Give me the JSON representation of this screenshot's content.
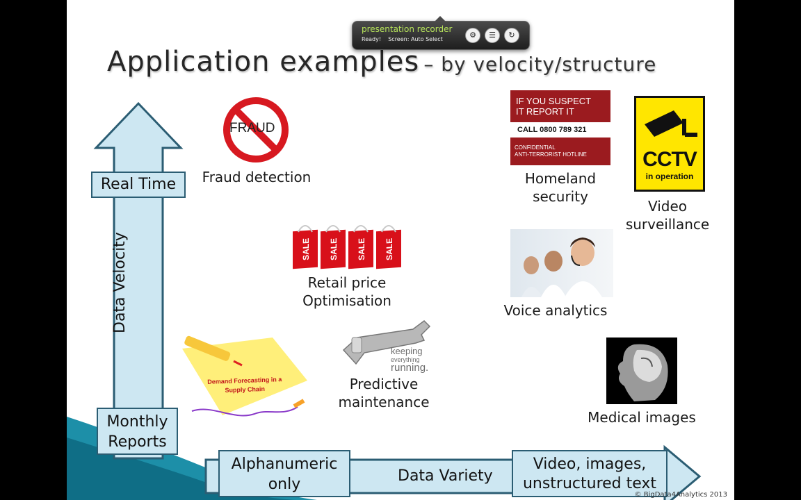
{
  "recorder": {
    "title": "presentation recorder",
    "status_ready": "Ready!",
    "status_screen": "Screen: Auto Select",
    "buttons": [
      "gear-icon",
      "list-icon",
      "refresh-icon"
    ]
  },
  "title": {
    "main": "Application examples",
    "sub": "– by velocity/structure"
  },
  "axes": {
    "y_label": "Data Velocity",
    "y_top": "Real Time",
    "y_bottom_line1": "Monthly",
    "y_bottom_line2": "Reports",
    "x_label": "Data Variety",
    "x_left_line1": "Alphanumeric",
    "x_left_line2": "only",
    "x_right_line1": "Video, images,",
    "x_right_line2": "unstructured text"
  },
  "items": {
    "fraud": {
      "label": "Fraud detection",
      "sign_text": "FRAUD"
    },
    "homeland": {
      "line1": "Homeland",
      "line2": "security",
      "poster_head1": "IF YOU SUSPECT",
      "poster_head2": "IT REPORT IT",
      "poster_call": "CALL 0800 789 321",
      "poster_foot1": "CONFIDENTIAL",
      "poster_foot2": "ANTI-TERRORIST HOTLINE"
    },
    "cctv": {
      "line1": "Video",
      "line2": "surveillance",
      "sign_main": "CCTV",
      "sign_sub": "in operation"
    },
    "retail": {
      "line1": "Retail price",
      "line2": "Optimisation",
      "bag_text": "SALE"
    },
    "voice": {
      "label": "Voice analytics"
    },
    "demand": {
      "line1": "Demand Forecasting in a",
      "line2": "Supply Chain"
    },
    "predictive": {
      "line1": "Predictive",
      "line2": "maintenance",
      "logo1": "keeping",
      "logo2": "everything",
      "logo3": "running."
    },
    "medical": {
      "label": "Medical images"
    }
  },
  "footer": {
    "copyright": "© BigData4Analytics 2013"
  },
  "colors": {
    "axis_fill": "#cde7f2",
    "axis_stroke": "#2b5d73",
    "teal_wave": "#1d8fa8",
    "recorder_accent": "#b6e35a"
  }
}
